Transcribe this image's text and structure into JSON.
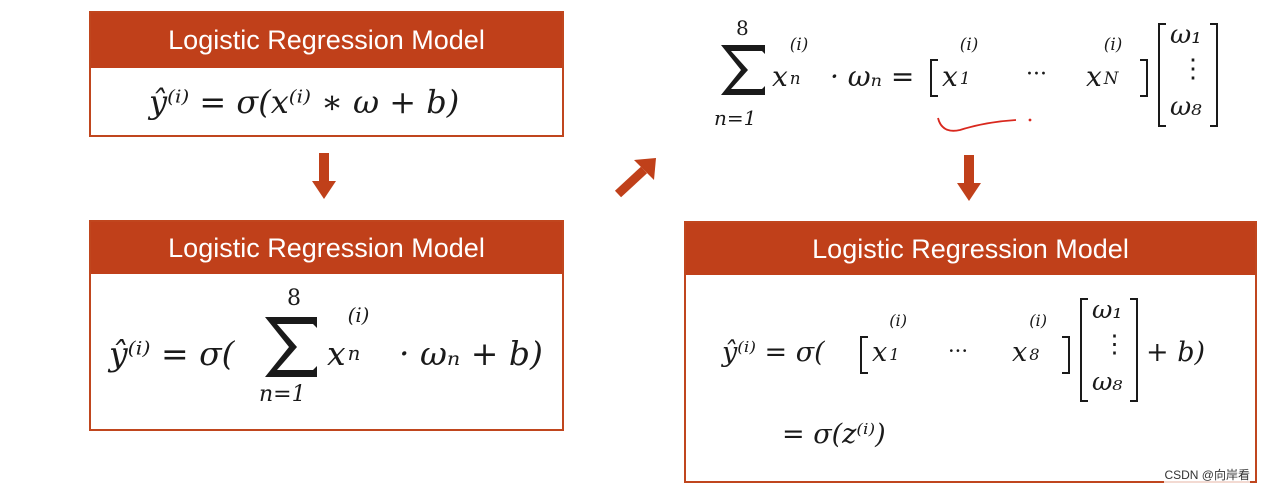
{
  "box_title": "Logistic Regression Model",
  "formula1": "ŷ⁽ⁱ⁾ = σ(x⁽ⁱ⁾ ∗ ω + b)",
  "formula2": {
    "lhs": "ŷ⁽ⁱ⁾ = σ(",
    "upper": "8",
    "lower": "n=1",
    "body": "x",
    "body_sup": "(i)",
    "body_sub": "n",
    "tail": "· ωₙ + b)"
  },
  "formula_top": {
    "upper": "8",
    "lower": "n=1",
    "lhs": "x",
    "lhs_sup": "(i)",
    "lhs_sub": "n",
    "mid": "· ωₙ =",
    "row1": "x",
    "row1_sup": "(i)",
    "row1_sub": "1",
    "dots": "···",
    "rowN": "x",
    "rowN_sup": "(i)",
    "rowN_sub": "N",
    "col_top": "ω₁",
    "col_dots": "⋮",
    "col_bot": "ω₈"
  },
  "formula3": {
    "lhs": "ŷ⁽ⁱ⁾ = σ(",
    "row1": "x",
    "row1_sup": "(i)",
    "row1_sub": "1",
    "dots": "···",
    "row8": "x",
    "row8_sup": "(i)",
    "row8_sub": "8",
    "col_top": "ω₁",
    "col_dots": "⋮",
    "col_bot": "ω₈",
    "tail": "+ b)",
    "line2": "= σ(z⁽ⁱ⁾)"
  },
  "watermark": "CSDN @向岸看"
}
